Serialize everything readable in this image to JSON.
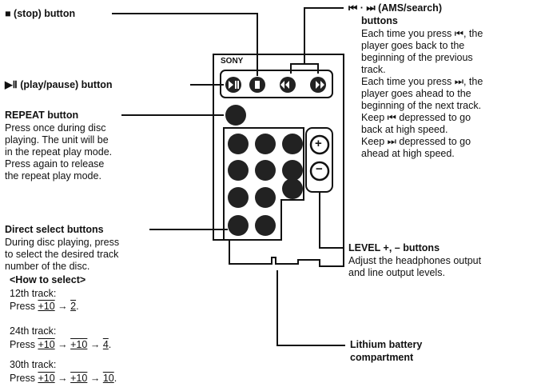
{
  "stop": {
    "sym": "■",
    "label": "(stop) button"
  },
  "play": {
    "sym": "▶Ⅱ",
    "label": "(play/pause) button"
  },
  "ams": {
    "sym": "⏮ · ⏭",
    "title": "(AMS/search)",
    "title2": "buttons",
    "lines": [
      "Each time you press ⏮, the",
      "player goes back to the",
      "beginning of the previous",
      "track.",
      "Each time you press ⏭, the",
      "player goes ahead to the",
      "beginning of the next track.",
      "Keep ⏮ depressed to go",
      "back at high speed.",
      "Keep ⏭ depressed to go",
      "ahead at high speed."
    ]
  },
  "repeat": {
    "title": "REPEAT button",
    "lines": [
      "Press once during disc",
      "playing. The unit will be",
      "in the repeat play mode.",
      "Press again to release",
      "the repeat play mode."
    ]
  },
  "direct": {
    "title": "Direct select buttons",
    "lines": [
      "During disc playing, press",
      "to select the desired track",
      "number of the disc."
    ],
    "howto": "<How to select>",
    "t12": "12th track:",
    "t24": "24th track:",
    "t30": "30th track:",
    "press": "Press",
    "plus10": "+10",
    "arrow": "→",
    "n2": "2",
    "n4": "4",
    "n10": "10",
    "dot": "."
  },
  "level": {
    "title": "LEVEL +, – buttons",
    "lines": [
      "Adjust the headphones output",
      "and line output levels."
    ]
  },
  "battery": {
    "title": "Lithium battery",
    "title2": "compartment"
  },
  "remote": {
    "brand": "SONY",
    "plus": "+",
    "minus": "−"
  }
}
